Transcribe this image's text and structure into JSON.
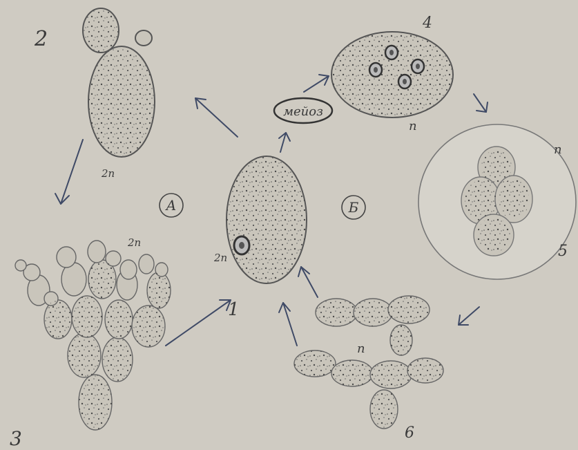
{
  "labels": {
    "stage_2": "2",
    "ploidy_2": "2n",
    "stage_3": "3",
    "ploidy_3": "2n",
    "section_a": "А",
    "stage_1": "1",
    "ploidy_1": "2n",
    "meiosis": "мейоз",
    "section_b": "Б",
    "stage_4": "4",
    "ploidy_4": "n",
    "ploidy_5": "n",
    "stage_5": "5",
    "ploidy_6": "n",
    "stage_6": "6"
  },
  "colors": {
    "paper": "#cfcbc2",
    "ink": "#555555",
    "arrow_ink": "#3f4a66",
    "cell_fill": "#c9c5bb"
  }
}
